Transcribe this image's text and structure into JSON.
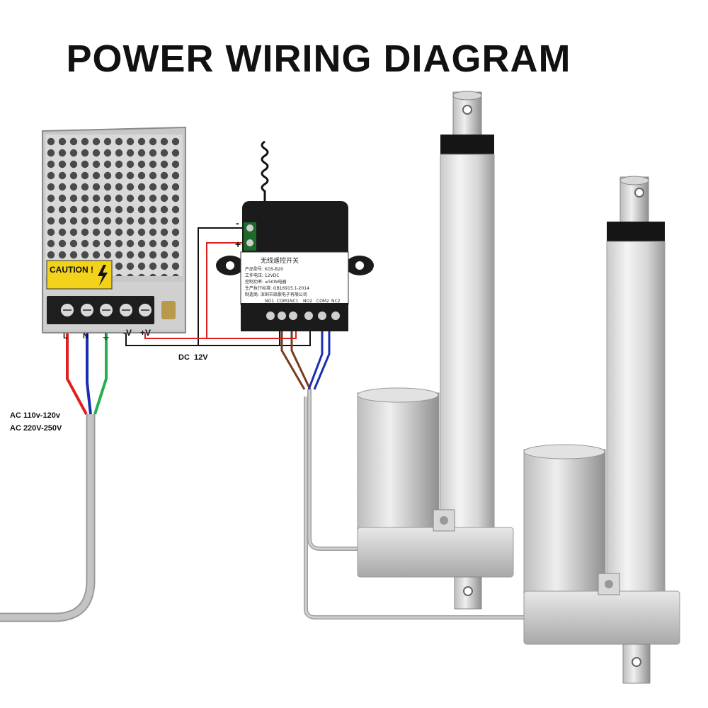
{
  "title": "POWER WIRING DIAGRAM",
  "power_supply": {
    "caution": "CAUTION !",
    "terminals": [
      "L",
      "N",
      "⏚",
      "-V",
      "+V"
    ]
  },
  "ac_input": [
    "AC 110v-120v",
    "AC 220V-250V"
  ],
  "dc_label": "DC  12V",
  "controller": {
    "title": "无线遥控开关",
    "spec_lines": [
      "产品型号: KGS-B20",
      "工作电压: 12VDC",
      "控制功率: ≤50W电器",
      "生产执行标准: GB16915.1-2014",
      "制造商: 深圳市凯歌电子有限公司"
    ],
    "terminals": [
      "NO1",
      "COM1",
      "NC1",
      "NO2",
      "COM2",
      "NC2"
    ],
    "polarity": [
      "-",
      "+"
    ]
  },
  "colors": {
    "live_wire": "#e02020",
    "neutral_wire": "#1a2fb0",
    "earth_wire": "#22b14c",
    "dc_negative": "#111111",
    "dc_positive": "#e02020",
    "motor_wire_a": "#7a3b1e",
    "motor_wire_b": "#1a2fb0",
    "cable": "#b8b8b8"
  },
  "icons": [
    "power-supply-unit",
    "antenna-icon",
    "remote-controller-module",
    "linear-actuator-1",
    "linear-actuator-2",
    "lightning-icon"
  ]
}
